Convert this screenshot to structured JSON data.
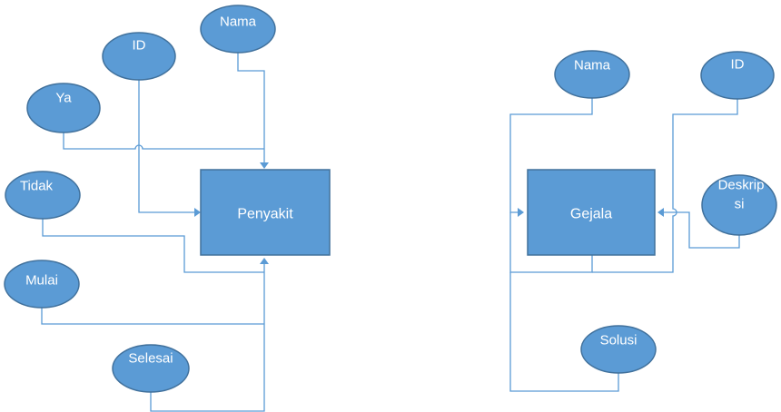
{
  "left_diagram": {
    "entity": "Penyakit",
    "attributes": {
      "id": "ID",
      "nama": "Nama",
      "ya": "Ya",
      "tidak": "Tidak",
      "mulai": "Mulai",
      "selesai": "Selesai"
    }
  },
  "right_diagram": {
    "entity": "Gejala",
    "attributes": {
      "nama": "Nama",
      "id": "ID",
      "deskripsi_line1": "Deskrip",
      "deskripsi_line2": "si",
      "solusi": "Solusi"
    }
  }
}
